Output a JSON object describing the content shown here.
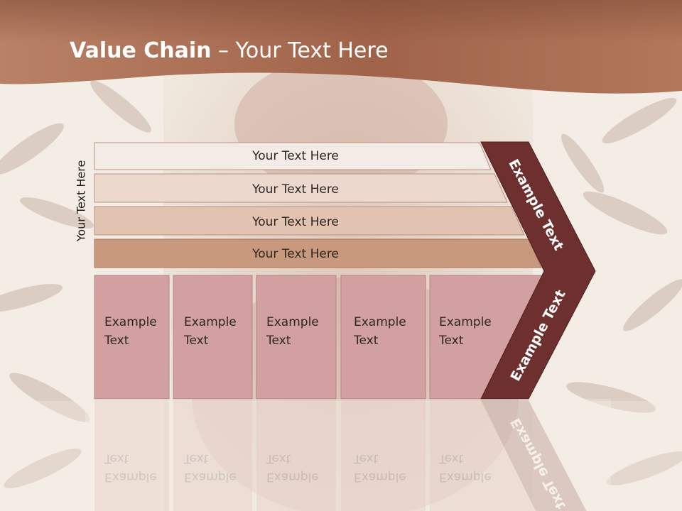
{
  "slide": {
    "title_bold": "Value Chain",
    "title_rest": " – Your Text Here",
    "side_label": "Your Text Here",
    "rows": [
      {
        "label": "Your Text Here",
        "color": "#f3ebe6"
      },
      {
        "label": "Your Text Here",
        "color": "#ecd8cc"
      },
      {
        "label": "Your Text Here",
        "color": "#e2c2b0"
      },
      {
        "label": "Your Text Here",
        "color": "#c9997e"
      }
    ],
    "boxes": [
      {
        "line1": "Example",
        "line2": "Text"
      },
      {
        "line1": "Example",
        "line2": "Text"
      },
      {
        "line1": "Example",
        "line2": "Text"
      },
      {
        "line1": "Example",
        "line2": "Text"
      },
      {
        "line1": "Example",
        "line2": "Text"
      }
    ],
    "chevron_top_label": "Example Text",
    "chevron_bottom_label": "Example Text",
    "colors": {
      "header": "#a66a4f",
      "box_fill": "#d2a0a0",
      "chevron": "#6e2f2f",
      "background": "#f2ece4"
    }
  }
}
